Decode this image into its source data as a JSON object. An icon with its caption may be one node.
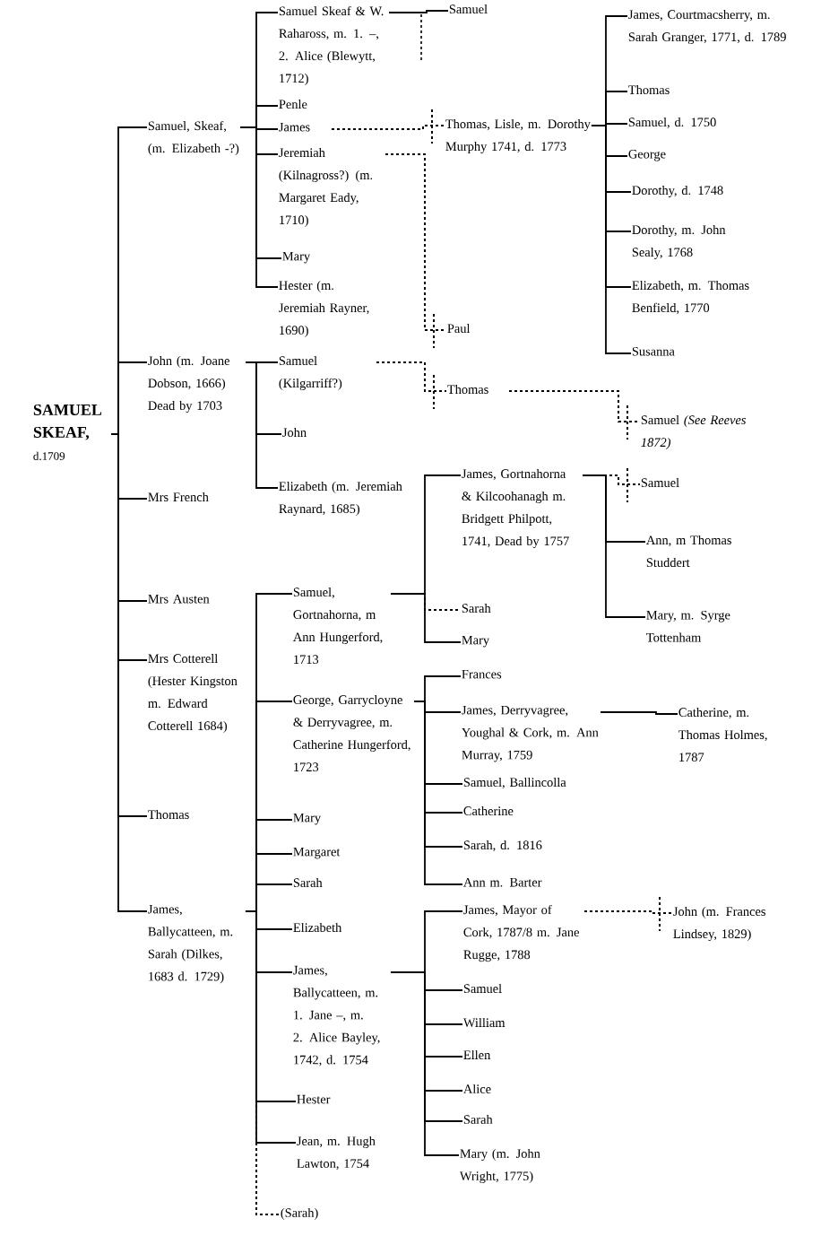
{
  "diagram": {
    "nodes": [
      {
        "text": [
          "SAMUEL SKEAF,",
          "d.1709"
        ]
      },
      {
        "text": [
          "Samuel, Skeaf, (m. Elizabeth -?)"
        ]
      },
      {
        "text": [
          "John (m. Joane Dobson, 1666) Dead by 1703"
        ]
      },
      {
        "text": [
          "Mrs French"
        ]
      },
      {
        "text": [
          "Mrs Austen"
        ]
      },
      {
        "text": [
          "Mrs Cotterell (Hester Kingston m. Edward Cotterell 1684)"
        ]
      },
      {
        "text": [
          "Thomas"
        ]
      },
      {
        "text": [
          "James, Ballycatteen, m. Sarah (Dilkes, 1683 d. 1729)"
        ]
      },
      {
        "text": [
          "Samuel Skeaf & W. Rahaross, m. 1. –, 2. Alice (Blewytt, 1712)"
        ]
      },
      {
        "text": [
          "Penle"
        ]
      },
      {
        "text": [
          "James"
        ]
      },
      {
        "text": [
          "Jeremiah (Kilnagross?) (m. Margaret Eady, 1710)"
        ]
      },
      {
        "text": [
          "Mary"
        ]
      },
      {
        "text": [
          "Hester (m. Jeremiah Rayner, 1690)"
        ]
      },
      {
        "text": [
          "Samuel (Kilgarriff?)"
        ]
      },
      {
        "text": [
          "John"
        ]
      },
      {
        "text": [
          "Elizabeth (m. Jeremiah Raynard, 1685)"
        ]
      },
      {
        "text": [
          "Samuel, Gortnahorna, m Ann Hungerford, 1713"
        ]
      },
      {
        "text": [
          "George, Garrycloyne & Derryvagree, m. Catherine Hungerford, 1723"
        ]
      },
      {
        "text": [
          "Mary"
        ]
      },
      {
        "text": [
          "Margaret"
        ]
      },
      {
        "text": [
          "Sarah"
        ]
      },
      {
        "text": [
          "Elizabeth"
        ]
      },
      {
        "text": [
          "James, Ballycatteen, m. 1. Jane –, m. 2. Alice Bayley, 1742, d. 1754"
        ]
      },
      {
        "text": [
          "Hester"
        ]
      },
      {
        "text": [
          "Jean, m. Hugh Lawton, 1754"
        ]
      },
      {
        "text": [
          "(Sarah)"
        ]
      },
      {
        "text": [
          "Samuel"
        ]
      },
      {
        "text": [
          "Thomas, Lisle, m. Dorothy Murphy 1741, d. 1773"
        ]
      },
      {
        "text": [
          "Paul"
        ]
      },
      {
        "text": [
          "Thomas"
        ]
      },
      {
        "text": [
          "James, Gortnahorna & Kilcoohanagh m. Bridgett Philpott, 1741, Dead by 1757"
        ]
      },
      {
        "text": [
          "Sarah"
        ]
      },
      {
        "text": [
          "Mary"
        ]
      },
      {
        "text": [
          "Frances"
        ]
      },
      {
        "text": [
          "James, Derryvagree, Youghal & Cork, m. Ann Murray, 1759"
        ]
      },
      {
        "text": [
          "Samuel, Ballincolla"
        ]
      },
      {
        "text": [
          "Catherine"
        ]
      },
      {
        "text": [
          "Sarah, d. 1816"
        ]
      },
      {
        "text": [
          "Ann m. Barter"
        ]
      },
      {
        "text": [
          "James, Mayor of Cork, 1787/8 m. Jane Rugge, 1788"
        ]
      },
      {
        "text": [
          "Samuel"
        ]
      },
      {
        "text": [
          "William"
        ]
      },
      {
        "text": [
          "Ellen"
        ]
      },
      {
        "text": [
          "Alice"
        ]
      },
      {
        "text": [
          "Sarah"
        ]
      },
      {
        "text": [
          "Mary (m. John Wright, 1775)"
        ]
      },
      {
        "text": [
          "James, Courtmacsherry, m. Sarah Granger, 1771, d. 1789"
        ]
      },
      {
        "text": [
          "Thomas"
        ]
      },
      {
        "text": [
          "Samuel, d. 1750"
        ]
      },
      {
        "text": [
          "George"
        ]
      },
      {
        "text": [
          "Dorothy, d. 1748"
        ]
      },
      {
        "text": [
          "Dorothy, m. John Sealy, 1768"
        ]
      },
      {
        "text": [
          "Elizabeth, m. Thomas Benfield, 1770"
        ]
      },
      {
        "text": [
          "Susanna"
        ]
      },
      {
        "text": [
          "Samuel *(See Reeves 1872)*"
        ]
      },
      {
        "text": [
          "Samuel"
        ]
      },
      {
        "text": [
          "Ann, m Thomas Studdert"
        ]
      },
      {
        "text": [
          "Mary, m. Syrge Tottenham"
        ]
      },
      {
        "text": [
          "Catherine, m. Thomas Holmes, 1787"
        ]
      },
      {
        "text": [
          "John (m. Frances Lindsey, 1829)"
        ]
      }
    ],
    "edges": [
      {
        "from": 0,
        "to": 1,
        "arrow": "none"
      },
      {
        "from": 0,
        "to": 2,
        "arrow": "none"
      },
      {
        "from": 0,
        "to": 3,
        "arrow": "none"
      },
      {
        "from": 0,
        "to": 4,
        "arrow": "none"
      },
      {
        "from": 0,
        "to": 5,
        "arrow": "none"
      },
      {
        "from": 0,
        "to": 6,
        "arrow": "none"
      },
      {
        "from": 0,
        "to": 7,
        "arrow": "none"
      },
      {
        "from": 1,
        "to": 8,
        "arrow": "none"
      },
      {
        "from": 1,
        "to": 9,
        "arrow": "none"
      },
      {
        "from": 1,
        "to": 10,
        "arrow": "none"
      },
      {
        "from": 1,
        "to": 11,
        "arrow": "none"
      },
      {
        "from": 1,
        "to": 12,
        "arrow": "none"
      },
      {
        "from": 1,
        "to": 13,
        "arrow": "none"
      },
      {
        "from": 2,
        "to": 14,
        "arrow": "none"
      },
      {
        "from": 2,
        "to": 15,
        "arrow": "none"
      },
      {
        "from": 2,
        "to": 16,
        "arrow": "none"
      },
      {
        "from": 7,
        "to": 17,
        "arrow": "none"
      },
      {
        "from": 7,
        "to": 18,
        "arrow": "none"
      },
      {
        "from": 7,
        "to": 19,
        "arrow": "none"
      },
      {
        "from": 7,
        "to": 20,
        "arrow": "none"
      },
      {
        "from": 7,
        "to": 21,
        "arrow": "none"
      },
      {
        "from": 7,
        "to": 22,
        "arrow": "none"
      },
      {
        "from": 7,
        "to": 23,
        "arrow": "none"
      },
      {
        "from": 7,
        "to": 24,
        "arrow": "none"
      },
      {
        "from": 7,
        "to": 25,
        "arrow": "none"
      },
      {
        "from": 7,
        "to": 26,
        "arrow": "none",
        "style": "dashed"
      },
      {
        "from": 8,
        "to": 27,
        "arrow": "none"
      },
      {
        "from": 10,
        "to": 28,
        "arrow": "none",
        "style": "dashed"
      },
      {
        "from": 11,
        "to": 29,
        "arrow": "none",
        "style": "dashed"
      },
      {
        "from": 14,
        "to": 30,
        "arrow": "none",
        "style": "dashed"
      },
      {
        "from": 17,
        "to": 31,
        "arrow": "none"
      },
      {
        "from": 17,
        "to": 32,
        "arrow": "none",
        "style": "dashed"
      },
      {
        "from": 17,
        "to": 33,
        "arrow": "none"
      },
      {
        "from": 18,
        "to": 34,
        "arrow": "none"
      },
      {
        "from": 18,
        "to": 35,
        "arrow": "none"
      },
      {
        "from": 18,
        "to": 36,
        "arrow": "none"
      },
      {
        "from": 18,
        "to": 37,
        "arrow": "none"
      },
      {
        "from": 18,
        "to": 38,
        "arrow": "none"
      },
      {
        "from": 18,
        "to": 39,
        "arrow": "none"
      },
      {
        "from": 23,
        "to": 40,
        "arrow": "none"
      },
      {
        "from": 23,
        "to": 41,
        "arrow": "none"
      },
      {
        "from": 23,
        "to": 42,
        "arrow": "none"
      },
      {
        "from": 23,
        "to": 43,
        "arrow": "none"
      },
      {
        "from": 23,
        "to": 44,
        "arrow": "none"
      },
      {
        "from": 23,
        "to": 45,
        "arrow": "none"
      },
      {
        "from": 23,
        "to": 46,
        "arrow": "none"
      },
      {
        "from": 28,
        "to": 47,
        "arrow": "none"
      },
      {
        "from": 28,
        "to": 48,
        "arrow": "none"
      },
      {
        "from": 28,
        "to": 49,
        "arrow": "none"
      },
      {
        "from": 28,
        "to": 50,
        "arrow": "none"
      },
      {
        "from": 28,
        "to": 51,
        "arrow": "none"
      },
      {
        "from": 28,
        "to": 52,
        "arrow": "none"
      },
      {
        "from": 28,
        "to": 53,
        "arrow": "none"
      },
      {
        "from": 28,
        "to": 54,
        "arrow": "none"
      },
      {
        "from": 30,
        "to": 55,
        "arrow": "none",
        "style": "dashed"
      },
      {
        "from": 31,
        "to": 56,
        "arrow": "none",
        "style": "dashed"
      },
      {
        "from": 31,
        "to": 57,
        "arrow": "none"
      },
      {
        "from": 31,
        "to": 58,
        "arrow": "none"
      },
      {
        "from": 35,
        "to": 59,
        "arrow": "none"
      },
      {
        "from": 40,
        "to": 60,
        "arrow": "none",
        "style": "dashed"
      }
    ]
  }
}
